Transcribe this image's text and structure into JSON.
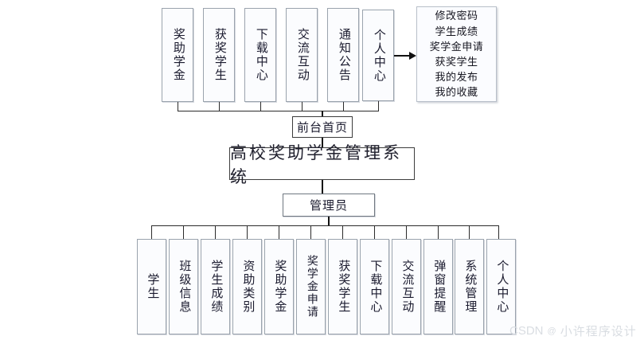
{
  "diagram": {
    "title": "高校奖助学金管理系统",
    "front_end_label": "前台首页",
    "admin_label": "管理员",
    "front_modules": [
      {
        "label": "奖助学金"
      },
      {
        "label": "获奖学生"
      },
      {
        "label": "下载中心"
      },
      {
        "label": "交流互动"
      },
      {
        "label": "通知公告"
      },
      {
        "label": "个人中心"
      }
    ],
    "personal_center_detail": {
      "items": [
        "修改密码",
        "学生成绩",
        "奖学金申请",
        "获奖学生",
        "我的发布",
        "我的收藏"
      ]
    },
    "admin_modules": [
      {
        "label": "学生"
      },
      {
        "label": "班级信息"
      },
      {
        "label": "学生成绩"
      },
      {
        "label": "资助类别"
      },
      {
        "label": "奖助学金"
      },
      {
        "label": "奖学金申请"
      },
      {
        "label": "获奖学生"
      },
      {
        "label": "下载中心"
      },
      {
        "label": "交流互动"
      },
      {
        "label": "弹窗提醒"
      },
      {
        "label": "系统管理"
      },
      {
        "label": "个人中心"
      }
    ]
  },
  "watermark": {
    "brand": "CSDN",
    "mark": "@",
    "author": "小许程序设计"
  },
  "colors": {
    "box_border": "#9aa3ad",
    "box_fill": "#fbfcfe",
    "line": "#2b2b2b",
    "text": "#1a1a2e",
    "watermark": "#d9dde2"
  }
}
